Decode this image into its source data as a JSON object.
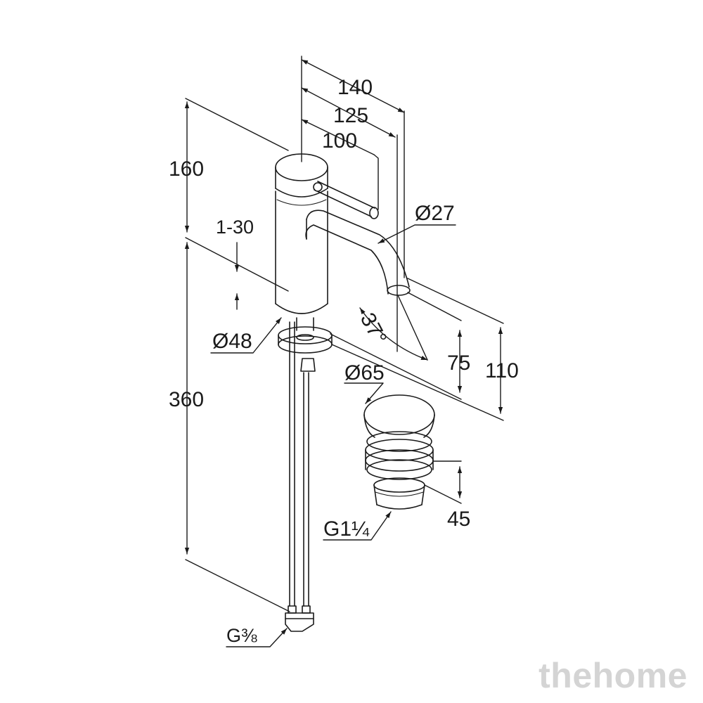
{
  "dimensions": {
    "overall_height_above_deck": "160",
    "spout_reach_140": "140",
    "spout_reach_125": "125",
    "lever_reach_100": "100",
    "spout_diameter": "Ø27",
    "deck_thickness": "1-30",
    "body_diameter": "Ø48",
    "spout_angle": "37°",
    "spout_height_75": "75",
    "spout_height_110": "110",
    "hose_length": "360",
    "drain_cap_diameter": "Ø65",
    "drain_height": "45",
    "drain_thread": "G1¼",
    "hose_thread": "G⅜"
  },
  "watermark": "thehome"
}
